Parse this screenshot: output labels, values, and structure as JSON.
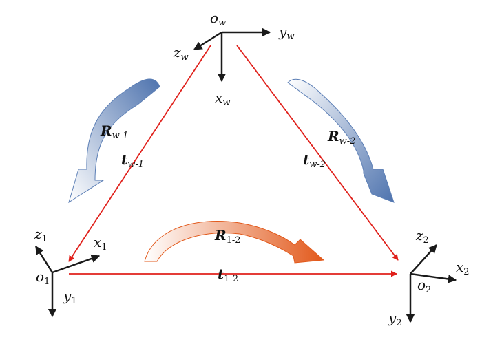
{
  "frames": {
    "world": {
      "origin": "o",
      "origin_sub": "w",
      "x": "x",
      "x_sub": "w",
      "y": "y",
      "y_sub": "w",
      "z": "z",
      "z_sub": "w"
    },
    "cam1": {
      "origin": "o",
      "origin_sub": "1",
      "x": "x",
      "x_sub": "1",
      "y": "y",
      "y_sub": "1",
      "z": "z",
      "z_sub": "1"
    },
    "cam2": {
      "origin": "o",
      "origin_sub": "2",
      "x": "x",
      "x_sub": "2",
      "y": "y",
      "y_sub": "2",
      "z": "z",
      "z_sub": "2"
    }
  },
  "transforms": {
    "rw1": {
      "sym": "R",
      "sub": "w-1"
    },
    "tw1": {
      "sym": "t",
      "sub": "w-1"
    },
    "rw2": {
      "sym": "R",
      "sub": "w-2"
    },
    "tw2": {
      "sym": "t",
      "sub": "w-2"
    },
    "r12": {
      "sym": "R",
      "sub": "1-2"
    },
    "t12": {
      "sym": "t",
      "sub": "1-2"
    }
  },
  "colors": {
    "axis": "#1a1a1a",
    "translation": "#e0201b",
    "rotation_blue": "#5b7eb5",
    "rotation_orange": "#e2591b"
  }
}
